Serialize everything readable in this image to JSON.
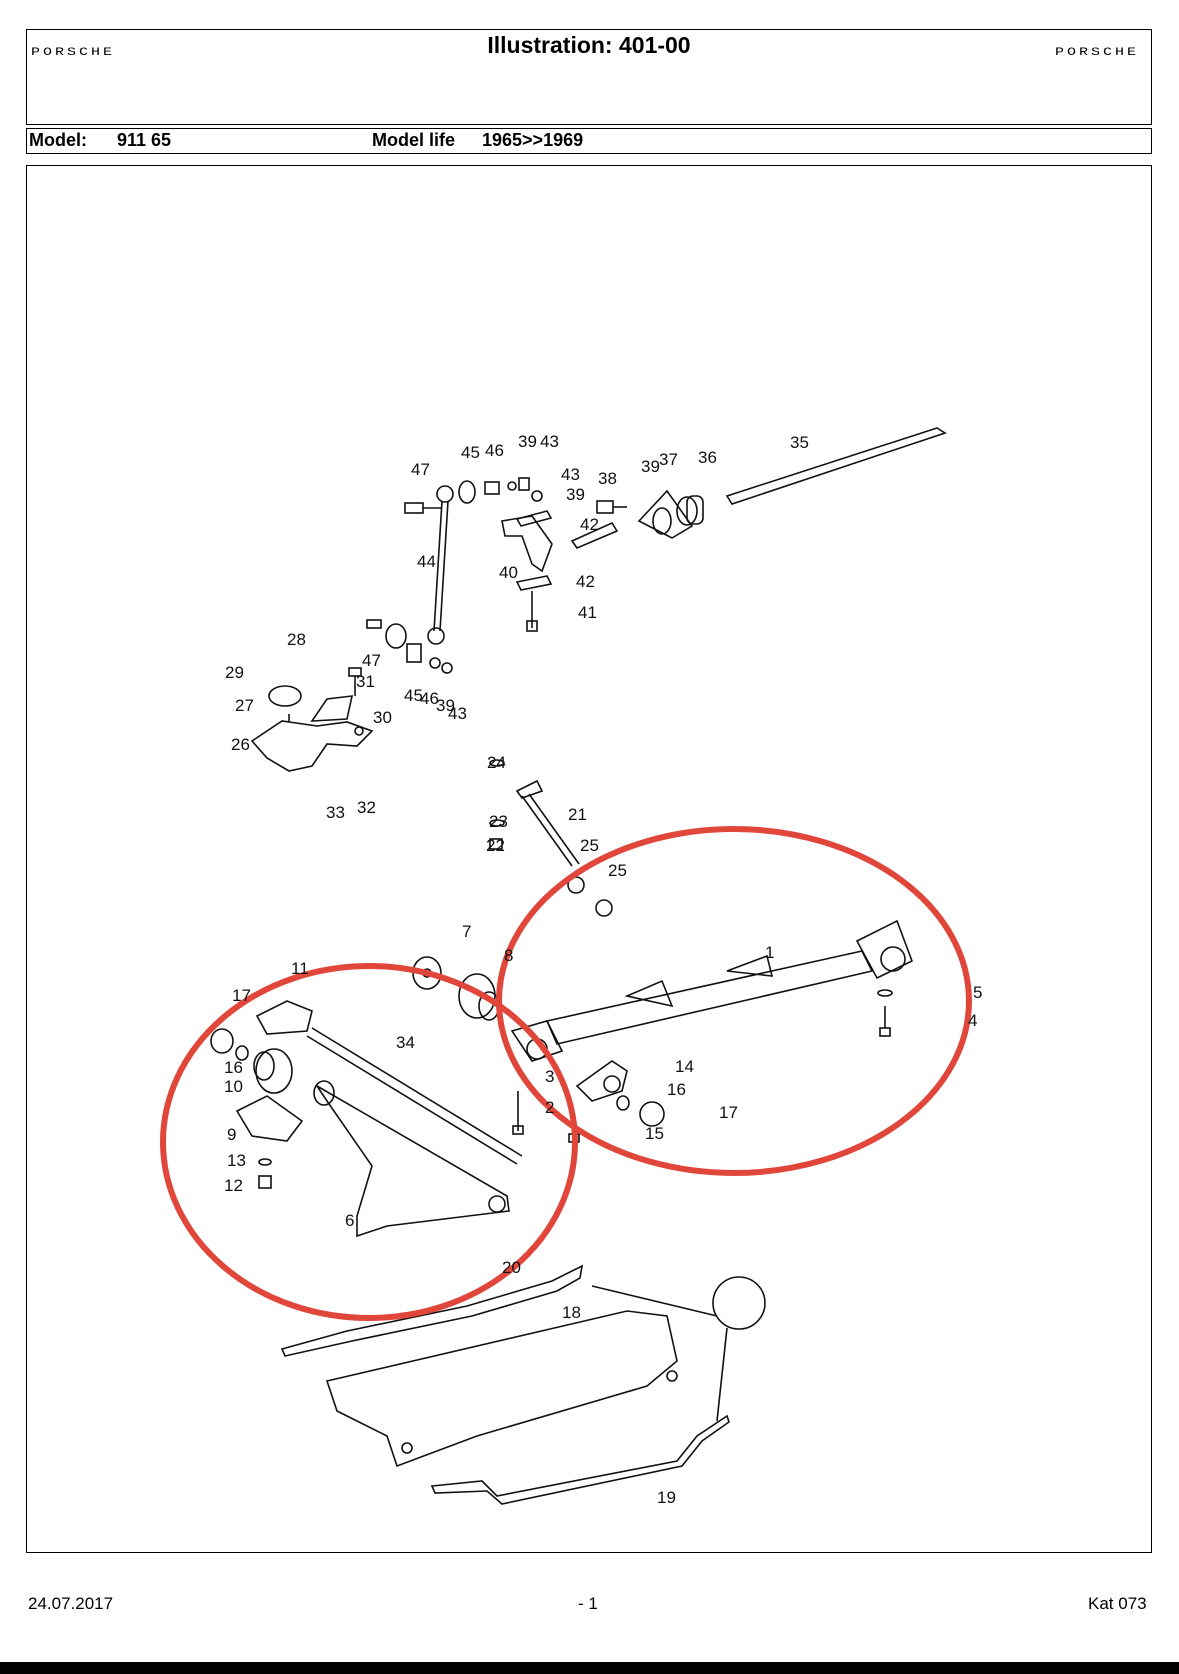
{
  "header": {
    "brand_left": "PORSCHE",
    "brand_right": "PORSCHE",
    "title": "Illustration: 401-00"
  },
  "model_row": {
    "model_label": "Model:",
    "model_value": "911 65",
    "life_label": "Model life",
    "life_value": "1965>>1969"
  },
  "diagram": {
    "callouts": [
      "1",
      "2",
      "3",
      "4",
      "5",
      "6",
      "7",
      "8",
      "9",
      "10",
      "11",
      "12",
      "13",
      "14",
      "15",
      "16",
      "16",
      "17",
      "17",
      "18",
      "19",
      "20",
      "21",
      "22",
      "23",
      "24",
      "25",
      "25",
      "26",
      "27",
      "28",
      "29",
      "30",
      "31",
      "32",
      "33",
      "34",
      "35",
      "36",
      "37",
      "38",
      "39",
      "39",
      "39",
      "39",
      "40",
      "41",
      "42",
      "42",
      "43",
      "43",
      "43",
      "44",
      "45",
      "45",
      "46",
      "46",
      "47",
      "47"
    ],
    "highlight_color": "#e0463a"
  },
  "footer": {
    "date": "24.07.2017",
    "page": "- 1",
    "catalog": "Kat 073"
  }
}
